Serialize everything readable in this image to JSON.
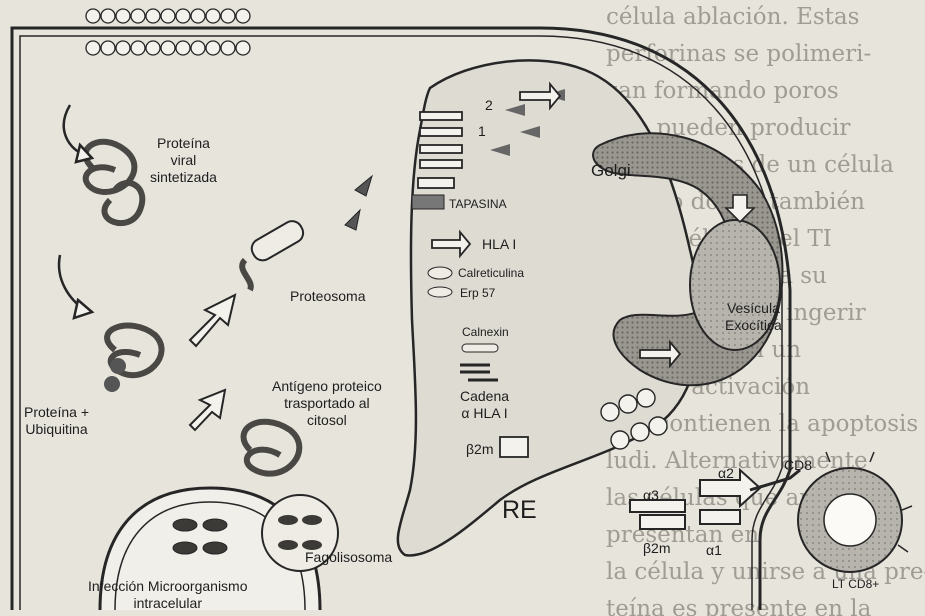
{
  "labels": {
    "proteina_viral": "Proteína\nviral\nsintetizada",
    "proteosoma": "Proteosoma",
    "proteina_ubiquitina": "Proteína +\nUbiquitina",
    "antigeno": "Antígeno proteico\ntrasportado al\ncitosol",
    "fagolisosoma": "Fagolisosoma",
    "infeccion": "Infección Microorganismo\nintracelular",
    "tapasina": "TAPASINA",
    "hla1": "HLA I",
    "calreticulina": "Calreticulina",
    "erp57": "Erp 57",
    "calnexin": "Calnexin",
    "cadena": "Cadena\nα HLA I",
    "b2m": "β2m",
    "golgi": "Golgi",
    "vesicula": "Vesícula\nExocítica",
    "re": "RE",
    "num1": "1",
    "num2": "2",
    "alpha3": "α3",
    "alpha2": "α2",
    "alpha1": "α1",
    "b2m_bottom": "β2m",
    "cd8": "CD8",
    "ltcd8": "LT CD8+"
  },
  "background_text": [
    "célula ablación. Estas",
    "perforinas se polimeri-",
    "zan formando poros",
    "que pueden producir",
    "compuestas de un célula",
    "blanco donde también",
    "entre células del TI",
    "graduales que a su",
    "vez los pueden ingerir",
    "blanco tienen un",
    "ado de activación",
    "que contienen la apoptosis",
    "ludi. Alternativamente",
    "las células que apoyan",
    "presentan en",
    "la célula y unirse a una pre-",
    "teína es presente en la"
  ]
}
